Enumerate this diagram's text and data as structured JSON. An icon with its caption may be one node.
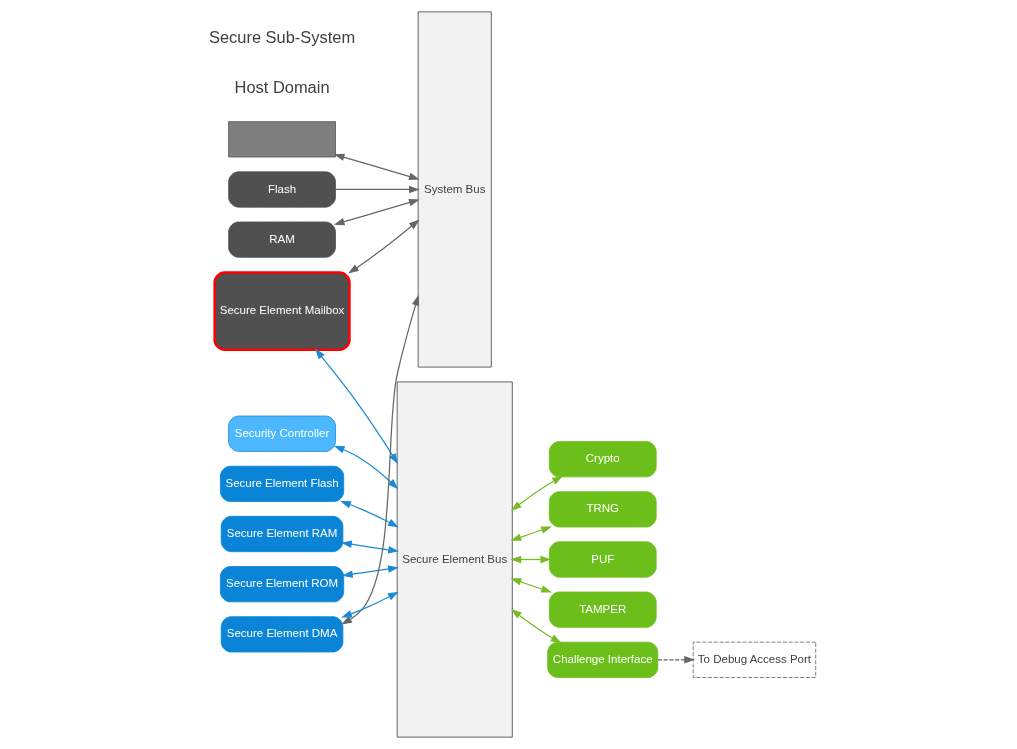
{
  "diagram": {
    "nodes": [
      {
        "text": [
          "System Bus"
        ]
      },
      {
        "text": [],
        "shape": "box"
      },
      {
        "text": [
          "Flash"
        ]
      },
      {
        "text": [
          "RAM"
        ]
      },
      {
        "text": [
          "Secure Element Mailbox"
        ]
      },
      {
        "text": [
          "Secure Element Bus"
        ]
      },
      {
        "text": [
          "Security Controller"
        ]
      },
      {
        "text": [
          "Secure Element Flash"
        ]
      },
      {
        "text": [
          "Secure Element RAM"
        ]
      },
      {
        "text": [
          "Secure Element ROM"
        ]
      },
      {
        "text": [
          "Secure Element DMA"
        ]
      },
      {
        "text": [
          "Crypto"
        ]
      },
      {
        "text": [
          "TRNG"
        ]
      },
      {
        "text": [
          "PUF"
        ]
      },
      {
        "text": [
          "TAMPER"
        ]
      },
      {
        "text": [
          "Challenge Interface"
        ]
      },
      {
        "text": [
          "To Debug Access Port"
        ]
      }
    ],
    "edges": [
      {
        "from": 1,
        "to": 0,
        "arrow": "both",
        "color": "#666666"
      },
      {
        "from": 2,
        "to": 0,
        "arrow": "to",
        "color": "#666666"
      },
      {
        "from": 3,
        "to": 0,
        "arrow": "both",
        "color": "#666666"
      },
      {
        "from": 10,
        "to": 0,
        "arrow": "both",
        "color": "#666666"
      },
      {
        "from": 4,
        "to": 0,
        "arrow": "both",
        "color": "#666666"
      },
      {
        "from": 4,
        "to": 5,
        "arrow": "both",
        "color": "#1a8ad4"
      },
      {
        "from": 6,
        "to": 5,
        "arrow": "both",
        "color": "#1a8ad4"
      },
      {
        "from": 7,
        "to": 5,
        "arrow": "both",
        "color": "#1a8ad4"
      },
      {
        "from": 8,
        "to": 5,
        "arrow": "both",
        "color": "#1a8ad4"
      },
      {
        "from": 9,
        "to": 5,
        "arrow": "both",
        "color": "#1a8ad4"
      },
      {
        "from": 10,
        "to": 5,
        "arrow": "both",
        "color": "#1a8ad4"
      },
      {
        "from": 5,
        "to": 11,
        "arrow": "both",
        "color": "#77bb22"
      },
      {
        "from": 5,
        "to": 12,
        "arrow": "both",
        "color": "#77bb22"
      },
      {
        "from": 5,
        "to": 13,
        "arrow": "both",
        "color": "#77bb22"
      },
      {
        "from": 5,
        "to": 14,
        "arrow": "both",
        "color": "#77bb22"
      },
      {
        "from": 5,
        "to": 15,
        "arrow": "both",
        "color": "#77bb22"
      },
      {
        "from": 15,
        "to": 16,
        "arrow": "to",
        "style": "dashed",
        "color": "#666666"
      }
    ],
    "labels": [
      "Host Domain",
      "Secure Sub-System"
    ]
  }
}
